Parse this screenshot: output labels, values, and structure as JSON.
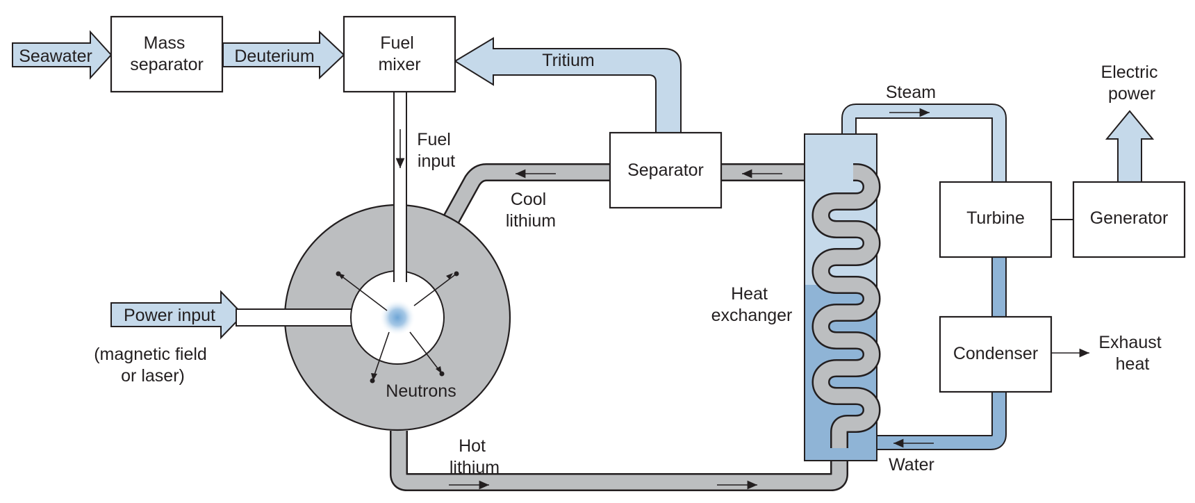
{
  "colors": {
    "arrow_fill": "#c5d9ea",
    "steam_blue": "#c5d9ea",
    "water_blue": "#8fb4d6",
    "lithium_grey": "#bcbec0",
    "outline": "#231f20",
    "plasma_center": "#6fa6d6"
  },
  "labels": {
    "seawater": "Seawater",
    "mass_separator": [
      "Mass",
      "separator"
    ],
    "deuterium": "Deuterium",
    "fuel_mixer": [
      "Fuel",
      "mixer"
    ],
    "tritium": "Tritium",
    "fuel_input": [
      "Fuel",
      "input"
    ],
    "separator": "Separator",
    "cool_lithium": [
      "Cool",
      "lithium"
    ],
    "power_input": "Power input",
    "power_input_note": [
      "(magnetic field",
      "or laser)"
    ],
    "neutrons": "Neutrons",
    "hot_lithium": [
      "Hot",
      "lithium"
    ],
    "heat_exchanger": [
      "Heat",
      "exchanger"
    ],
    "steam": "Steam",
    "water": "Water",
    "turbine": "Turbine",
    "generator": "Generator",
    "condenser": "Condenser",
    "electric_power": [
      "Electric",
      "power"
    ],
    "exhaust_heat": [
      "Exhaust",
      "heat"
    ]
  }
}
